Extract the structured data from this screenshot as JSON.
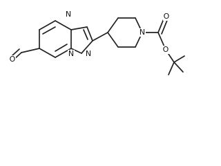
{
  "molecule": {
    "atoms": {
      "aldehyde_oxygen": "O",
      "pyrimidine_nitrogen_top": "N",
      "pyrazole_nitrogen_bottom_left": "N",
      "pyrazole_nitrogen_bottom_right": "N",
      "piperidine_nitrogen": "N",
      "carbamate_oxygen_top": "O",
      "carbamate_oxygen_bottom": "O"
    },
    "colors": {
      "bond": "#222222",
      "label": "#111111",
      "background": "#ffffff"
    }
  }
}
